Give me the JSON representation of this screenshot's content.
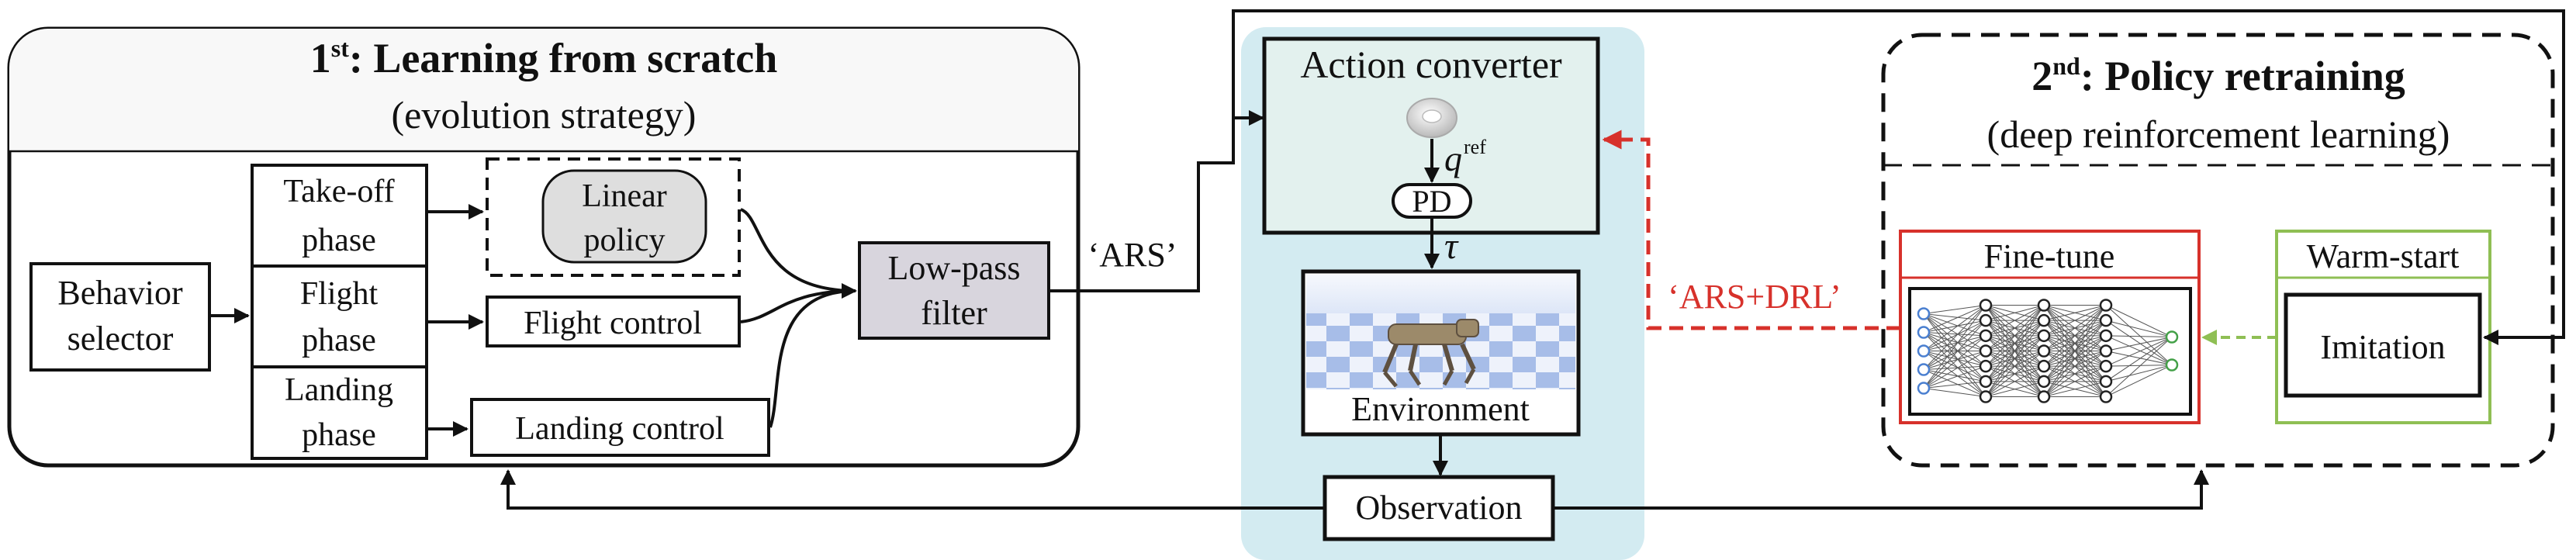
{
  "stage1": {
    "title_num": "1",
    "title_sup": "st",
    "title_rest": ": Learning from scratch",
    "subtitle": "(evolution strategy)"
  },
  "behavior_selector": {
    "line1": "Behavior",
    "line2": "selector"
  },
  "phases": {
    "takeoff": {
      "line1": "Take-off",
      "line2": "phase"
    },
    "flight": {
      "line1": "Flight",
      "line2": "phase"
    },
    "landing": {
      "line1": "Landing",
      "line2": "phase"
    }
  },
  "linear_policy": {
    "line1": "Linear",
    "line2": "policy"
  },
  "flight_control": "Flight control",
  "landing_control": "Landing control",
  "lowpass": {
    "line1": "Low-pass",
    "line2": "filter"
  },
  "ars_label": "‘ARS’",
  "action_converter": {
    "title": "Action converter",
    "q": "q",
    "q_sup": "ref",
    "pd": "PD",
    "tau": "τ"
  },
  "environment": "Environment",
  "observation": "Observation",
  "ars_drl_label": "‘ARS+DRL’",
  "stage2": {
    "title_num": "2",
    "title_sup": "nd",
    "title_rest": ": Policy retraining",
    "subtitle": "(deep reinforcement learning)"
  },
  "finetune": "Fine-tune",
  "warmstart": "Warm-start",
  "imitation": "Imitation",
  "colors": {
    "stroke": "#111111",
    "gray_fill": "#d8d5dd",
    "policy_fill": "#dedede",
    "center_bg": "#d3ebf1",
    "converter_fill": "#e3f1ee",
    "red": "#d7312b",
    "green": "#8fbf54",
    "node_blue": "#4a7fd0",
    "node_green": "#43a047",
    "floor_blue": "#a7bde8"
  }
}
